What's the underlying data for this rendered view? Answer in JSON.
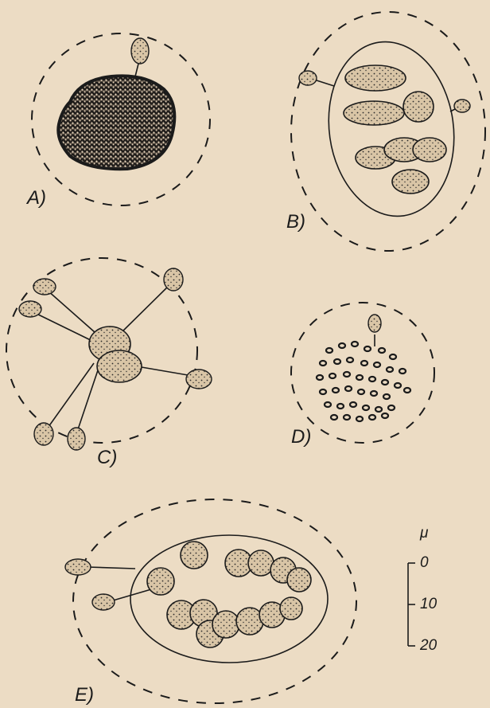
{
  "panels": {
    "a": "A)",
    "b": "B)",
    "c": "C)",
    "d": "D)",
    "e": "E)"
  },
  "scale_bar": {
    "unit": "μ",
    "ticks": [
      "0",
      "10",
      "20"
    ]
  },
  "colors": {
    "paper": "#ecdcc4",
    "ink": "#1b1b1b"
  }
}
